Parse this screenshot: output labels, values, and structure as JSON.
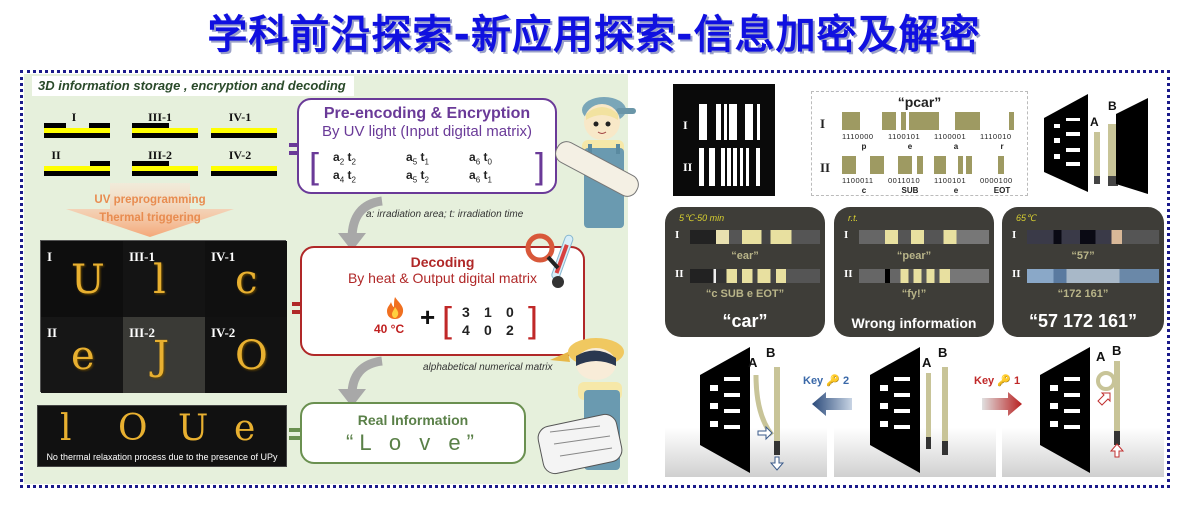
{
  "title": "学科前沿探索-新应用探索-信息加密及解密",
  "left_panel": {
    "heading": "3D information storage , encryption and decoding",
    "schematics": [
      {
        "label": "I"
      },
      {
        "label": "III-1"
      },
      {
        "label": "IV-1"
      },
      {
        "label": "II"
      },
      {
        "label": "III-2"
      },
      {
        "label": "IV-2"
      }
    ],
    "process_arrow": {
      "line1": "UV preprogramming",
      "line2": "Thermal triggering"
    },
    "photos": [
      {
        "label": "I",
        "glyph": "U"
      },
      {
        "label": "III-1",
        "glyph": "l"
      },
      {
        "label": "IV-1",
        "glyph": "c"
      },
      {
        "label": "II",
        "glyph": "e"
      },
      {
        "label": "III-2",
        "glyph": "J"
      },
      {
        "label": "IV-2",
        "glyph": "O"
      }
    ],
    "love_strip": {
      "glyphs": [
        "l",
        "O",
        "U",
        "e"
      ],
      "caption": "No thermal relaxation process due to the presence of UPy"
    },
    "pre_encoding": {
      "heading": "Pre-encoding & Encryption",
      "subheading": "By UV light (Input digital matrix)",
      "matrix": [
        [
          {
            "a": "2",
            "t": "2"
          },
          {
            "a": "5",
            "t": "1"
          },
          {
            "a": "6",
            "t": "0"
          }
        ],
        [
          {
            "a": "4",
            "t": "2"
          },
          {
            "a": "5",
            "t": "2"
          },
          {
            "a": "6",
            "t": "1"
          }
        ]
      ],
      "note": "a: irradiation area;  t: irradiation time"
    },
    "decoding": {
      "heading": "Decoding",
      "subheading": "By heat & Output digital matrix",
      "temperature": "40 °C",
      "plus": "+",
      "matrix": [
        [
          "3",
          "1",
          "0"
        ],
        [
          "4",
          "0",
          "2"
        ]
      ],
      "note": "alphabetical numerical matrix"
    },
    "real_info": {
      "heading": "Real Information",
      "value": "“L o v e”"
    },
    "colors": {
      "panel_bg": "#e6f0dc",
      "purple": "#6a3a98",
      "red": "#b02828",
      "green": "#6a9050",
      "yellow_layer": "#ffff00"
    }
  },
  "right_panel": {
    "barcode_rows": [
      "I",
      "II"
    ],
    "code_box": {
      "title": "“pcar”",
      "row_I": {
        "label": "I",
        "groups": [
          {
            "bits": "1110000",
            "char": "p"
          },
          {
            "bits": "1100101",
            "char": "e"
          },
          {
            "bits": "1100001",
            "char": "a"
          },
          {
            "bits": "1110010",
            "char": "r"
          }
        ]
      },
      "row_II": {
        "label": "II",
        "groups": [
          {
            "bits": "1100011",
            "char": "c"
          },
          {
            "bits": "0011010",
            "char": "SUB"
          },
          {
            "bits": "1100101",
            "char": "e"
          },
          {
            "bits": "0000100",
            "char": "EOT"
          }
        ]
      }
    },
    "device_labels": {
      "a": "A",
      "b": "B"
    },
    "cards": [
      {
        "condition": "5℃-50 min",
        "row_I": "I",
        "decoded_I": "“ear”",
        "row_II": "II",
        "decoded_II": "“c SUB e EOT”",
        "result": "“car”"
      },
      {
        "condition": "r.t.",
        "row_I": "I",
        "decoded_I": "“pear”",
        "row_II": "II",
        "decoded_II": "“fy!”",
        "result": "Wrong information"
      },
      {
        "condition": "65℃",
        "row_I": "I",
        "decoded_I": "“57”",
        "row_II": "II",
        "decoded_II": "“172 161”",
        "result": "“57 172 161”"
      }
    ],
    "keys": [
      {
        "label": "Key",
        "number": "2",
        "direction": "left",
        "color": "#3a68a8"
      },
      {
        "label": "Key",
        "number": "1",
        "direction": "right",
        "color": "#c02828"
      }
    ],
    "colors": {
      "card_bg": "#3e3d38",
      "condition": "#d8d030",
      "bit_block": "#9e9a62",
      "frame": "#1a1a8a",
      "title": "#1010e0"
    }
  }
}
